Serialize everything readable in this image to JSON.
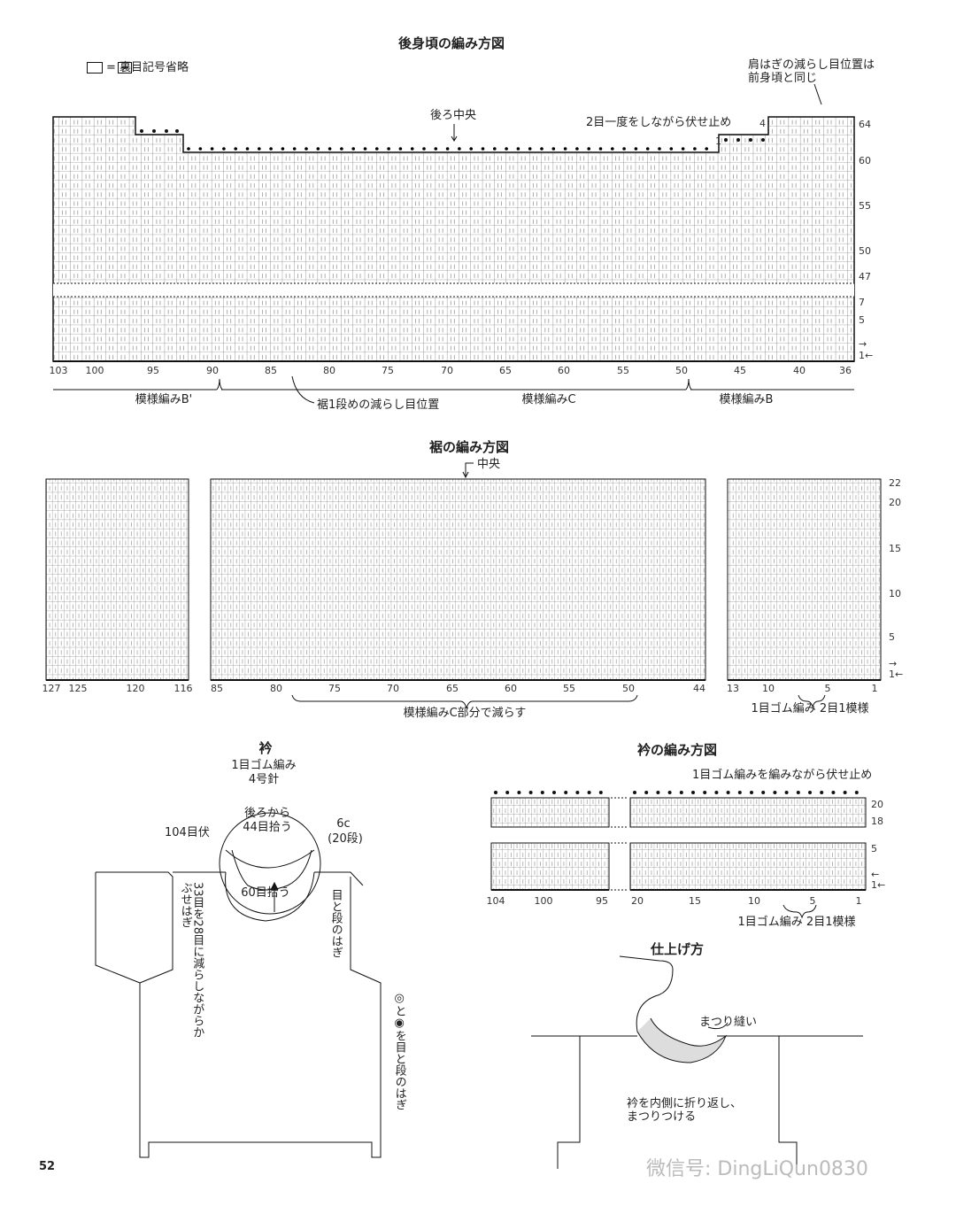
{
  "back": {
    "title": "後身頃の編み方図",
    "legend": "= 裏目記号省略",
    "shoulder_note_1": "肩はぎの減らし目位置は",
    "shoulder_note_2": "前身頃と同じ",
    "center_label": "後ろ中央",
    "bindoff_note": "2目一度をしながら伏せ止め",
    "row_mark_4": "4",
    "row_mark_1": "1",
    "row_labels": [
      "64",
      "60",
      "55",
      "50",
      "47",
      "7",
      "5",
      "→",
      "1←"
    ],
    "stitch_labels": [
      "103",
      "100",
      "95",
      "90",
      "85",
      "80",
      "75",
      "70",
      "65",
      "60",
      "55",
      "50",
      "45",
      "40",
      "36"
    ],
    "pattern_b_prime": "模様編みB'",
    "decrease_note": "裾1段めの減らし目位置",
    "pattern_c": "模様編みC",
    "pattern_b": "模様編みB"
  },
  "hem": {
    "title": "裾の編み方図",
    "center_label": "中央",
    "row_labels": [
      "22",
      "20",
      "15",
      "10",
      "5",
      "→",
      "1←"
    ],
    "stitch_labels": [
      "127",
      "125",
      "120",
      "116",
      "85",
      "80",
      "75",
      "70",
      "65",
      "60",
      "55",
      "50",
      "44",
      "13",
      "10",
      "5",
      "1"
    ],
    "decrease_note": "模様編みC部分で減らす",
    "rib_note": "1目ゴム編み 2目1模様"
  },
  "collar": {
    "title": "衿",
    "stitch": "1目ゴム編み",
    "needle": "4号針",
    "pickup_back_1": "後ろから",
    "pickup_back_2": "44目拾う",
    "bindoff": "104目伏",
    "depth_1": "6c",
    "depth_2": "(20段)",
    "pickup_front": "60目拾う",
    "shoulder_left": "33目を28目に減らしながらかぶせはぎ",
    "shoulder_right": "目と段のはぎ",
    "side_note": "◎と◉を目と段のはぎ"
  },
  "collar_chart": {
    "title": "衿の編み方図",
    "bindoff_note": "1目ゴム編みを編みながら伏せ止め",
    "row_labels": [
      "20",
      "18",
      "5",
      "←",
      "1←"
    ],
    "stitch_labels": [
      "104",
      "100",
      "95",
      "20",
      "15",
      "10",
      "5",
      "1"
    ],
    "rib_note": "1目ゴム編み 2目1模様"
  },
  "finishing": {
    "title": "仕上げ方",
    "stitch_label": "まつり縫い",
    "note_1": "衿を内側に折り返し、",
    "note_2": "まつりつける"
  },
  "page_number": "52",
  "watermark": "微信号: DingLiQun0830"
}
